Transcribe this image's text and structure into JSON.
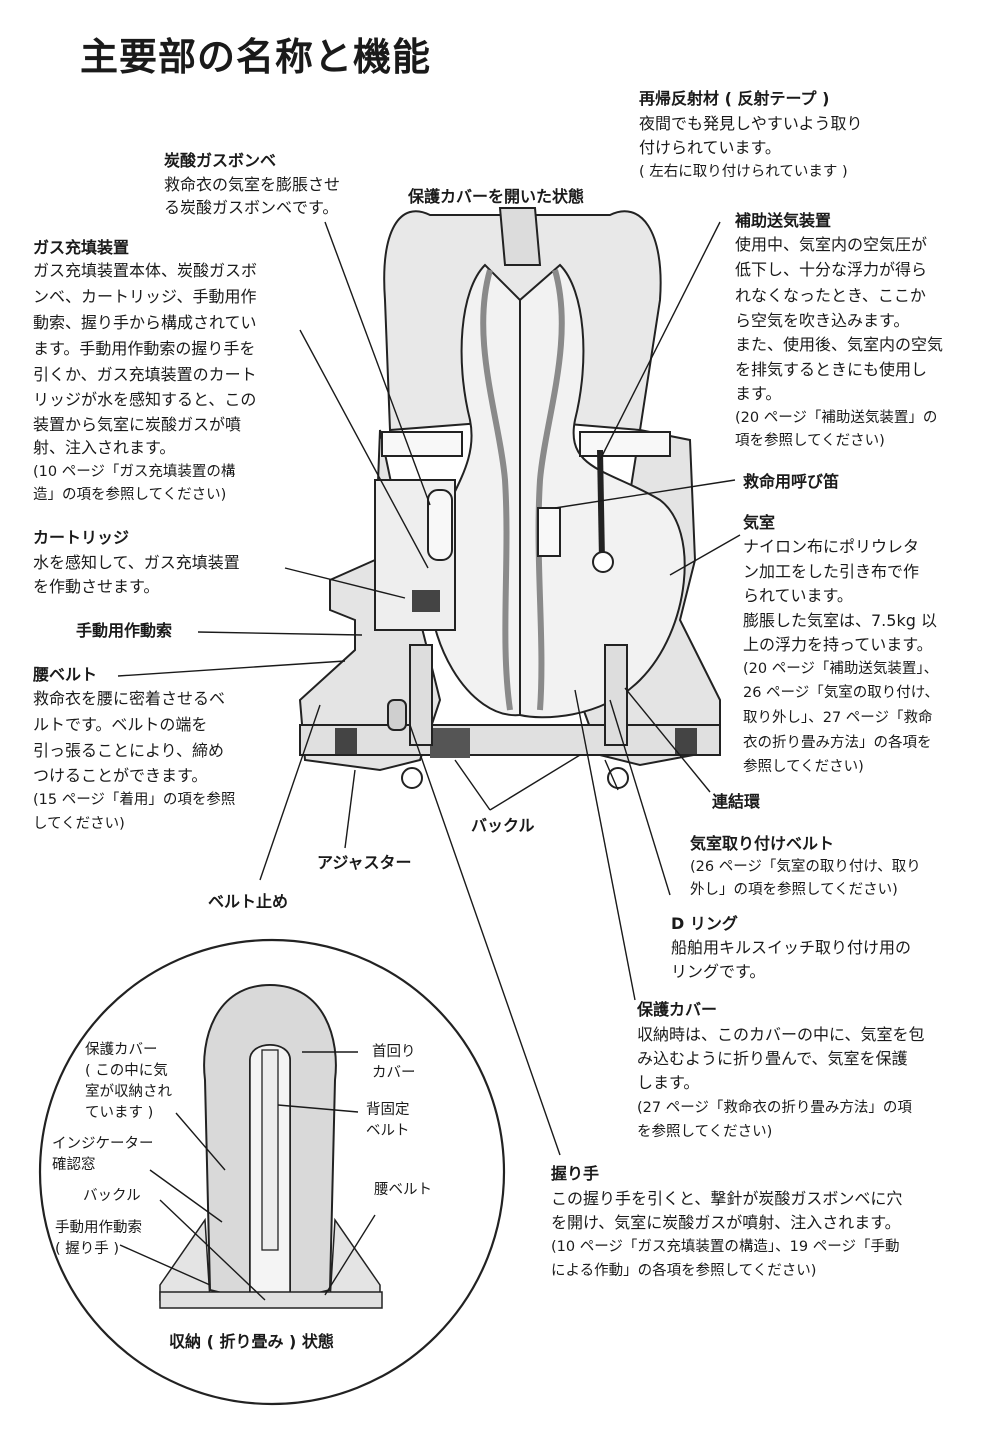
{
  "page": {
    "title": "主要部の名称と機能"
  },
  "labels": {
    "open_state": "保護カバーを開いた状態",
    "co2_cylinder": {
      "heading": "炭酸ガスボンベ",
      "lines": [
        "救命衣の気室を膨脹させ",
        "る炭酸ガスボンベです。"
      ]
    },
    "gas_inflator": {
      "heading": "ガス充填装置",
      "lines": [
        "ガス充填装置本体、炭酸ガスボ",
        "ンベ、カートリッジ、手動用作",
        "動索、握り手から構成されてい",
        "ます。手動用作動索の握り手を",
        "引くか、ガス充填装置のカート",
        "リッジが水を感知すると、この",
        "装置から気室に炭酸ガスが噴",
        "射、注入されます。"
      ],
      "ref": [
        "(10 ページ「ガス充填装置の構",
        "造」の項を参照してください)"
      ]
    },
    "cartridge": {
      "heading": "カートリッジ",
      "lines": [
        "水を感知して、ガス充填装置",
        "を作動させます。"
      ]
    },
    "manual_cord": {
      "heading": "手動用作動索"
    },
    "waist_belt": {
      "heading": "腰ベルト",
      "lines": [
        "救命衣を腰に密着させるベ",
        "ルトです。ベルトの端を",
        "引っ張ることにより、締め",
        "つけることができます。"
      ],
      "ref": [
        "(15 ページ「着用」の項を参照",
        "してください)"
      ]
    },
    "adjuster": {
      "heading": "アジャスター"
    },
    "belt_stop": {
      "heading": "ベルト止め"
    },
    "buckle": {
      "heading": "バックル"
    },
    "reflector": {
      "heading": "再帰反射材 ( 反射テープ )",
      "lines": [
        "夜間でも発見しやすいよう取り",
        "付けられています。"
      ],
      "ref": [
        "( 左右に取り付けられています )"
      ]
    },
    "oral_inflator": {
      "heading": "補助送気装置",
      "lines": [
        "使用中、気室内の空気圧が",
        "低下し、十分な浮力が得ら",
        "れなくなったとき、ここか",
        "ら空気を吹き込みます。",
        "また、使用後、気室内の空気",
        "を排気するときにも使用し",
        "ます。"
      ],
      "ref": [
        "(20 ページ「補助送気装置」の",
        "項を参照してください)"
      ]
    },
    "whistle": {
      "heading": "救命用呼び笛"
    },
    "chamber": {
      "heading": "気室",
      "lines": [
        "ナイロン布にポリウレタ",
        "ン加工をした引き布で作",
        "られています。",
        "膨脹した気室は、7.5kg 以",
        "上の浮力を持っています。"
      ],
      "ref": [
        "(20 ページ「補助送気装置」、",
        "26 ページ「気室の取り付け、",
        "取り外し」、27 ページ「救命",
        "衣の折り畳み方法」の各項を",
        "参照してください)"
      ]
    },
    "link_ring": {
      "heading": "連結環"
    },
    "chamber_belt": {
      "heading": "気室取り付けベルト",
      "ref": [
        "(26 ページ「気室の取り付け、取り",
        "外し」の項を参照してください)"
      ]
    },
    "d_ring": {
      "heading": "D リング",
      "lines": [
        "船舶用キルスイッチ取り付け用の",
        "リングです。"
      ]
    },
    "cover": {
      "heading": "保護カバー",
      "lines": [
        "収納時は、このカバーの中に、気室を包",
        "み込むように折り畳んで、気室を保護",
        "します。"
      ],
      "ref": [
        "(27 ページ「救命衣の折り畳み方法」の項",
        "を参照してください)"
      ]
    },
    "handle": {
      "heading": "握り手",
      "lines": [
        "この握り手を引くと、撃針が炭酸ガスボンベに穴",
        "を開け、気室に炭酸ガスが噴射、注入されます。"
      ],
      "ref": [
        "(10 ページ「ガス充填装置の構造」、19 ページ「手動",
        "による作動」の各項を参照してください)"
      ]
    }
  },
  "inset": {
    "caption": "収納 ( 折り畳み ) 状態",
    "cover": [
      "保護カバー",
      "( この中に気",
      "室が収納され",
      "ています )"
    ],
    "indicator": [
      "インジケーター",
      "確認窓"
    ],
    "buckle": "バックル",
    "manual_cord": [
      "手動用作動索",
      "( 握り手 )"
    ],
    "neck_cover": [
      "首回り",
      "カバー"
    ],
    "back_belt": [
      "背固定",
      "ベルト"
    ],
    "waist_belt": "腰ベルト"
  },
  "colors": {
    "ink": "#1a1a1a",
    "vest_fill": "#e8e8e8",
    "chamber_fill": "#f2f2f2",
    "trim": "#8a8a8a"
  }
}
